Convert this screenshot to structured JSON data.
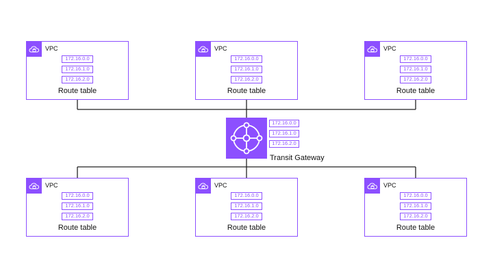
{
  "vpcs": [
    {
      "label": "VPC",
      "routes": [
        "172.16.0.0",
        "172.16.1.0",
        "172.16.2.0"
      ],
      "route_table_label": "Route table"
    },
    {
      "label": "VPC",
      "routes": [
        "172.16.0.0",
        "172.16.1.0",
        "172.16.2.0"
      ],
      "route_table_label": "Route table"
    },
    {
      "label": "VPC",
      "routes": [
        "172.16.0.0",
        "172.16.1.0",
        "172.16.2.0"
      ],
      "route_table_label": "Route table"
    },
    {
      "label": "VPC",
      "routes": [
        "172.16.0.0",
        "172.16.1.0",
        "172.16.2.0"
      ],
      "route_table_label": "Route table"
    },
    {
      "label": "VPC",
      "routes": [
        "172.16.0.0",
        "172.16.1.0",
        "172.16.2.0"
      ],
      "route_table_label": "Route table"
    },
    {
      "label": "VPC",
      "routes": [
        "172.16.0.0",
        "172.16.1.0",
        "172.16.2.0"
      ],
      "route_table_label": "Route table"
    }
  ],
  "transit_gateway": {
    "label": "Transit Gateway",
    "routes": [
      "172.16.0.0",
      "172.16.1.0",
      "172.16.2.0"
    ]
  },
  "colors": {
    "accent": "#8C4FFF",
    "line": "#222222"
  },
  "icons": {
    "vpc": "vpc-cloud-lock-icon",
    "tgw": "transit-gateway-icon"
  }
}
